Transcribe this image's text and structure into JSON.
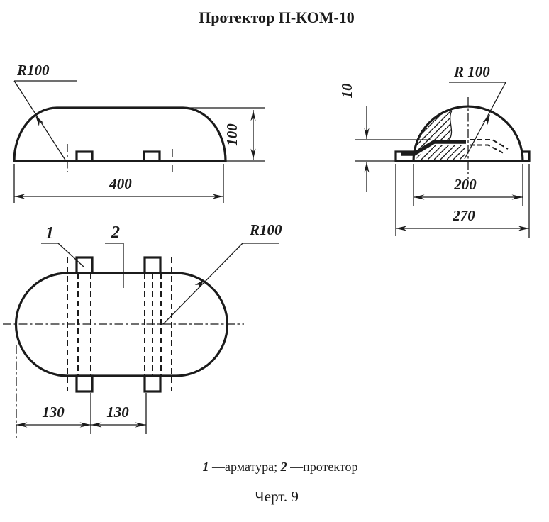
{
  "title": "Протектор П-КОМ-10",
  "front_view": {
    "radius_label": "R100",
    "width_dim": "400",
    "height_dim": "100"
  },
  "section_view": {
    "radius_label": "R 100",
    "thickness_dim": "10",
    "inner_width_dim": "200",
    "outer_width_dim": "270"
  },
  "plan_view": {
    "radius_label": "R100",
    "callout_armature": "1",
    "callout_protector": "2",
    "offset_dim_left": "130",
    "offset_dim_right": "130"
  },
  "legend": {
    "item1_num": "1",
    "item1_text": "—арматура; ",
    "item2_num": "2",
    "item2_text": "—протектор"
  },
  "figure_caption": "Черт. 9",
  "colors": {
    "ink": "#1b1b1b",
    "paper": "#ffffff"
  }
}
